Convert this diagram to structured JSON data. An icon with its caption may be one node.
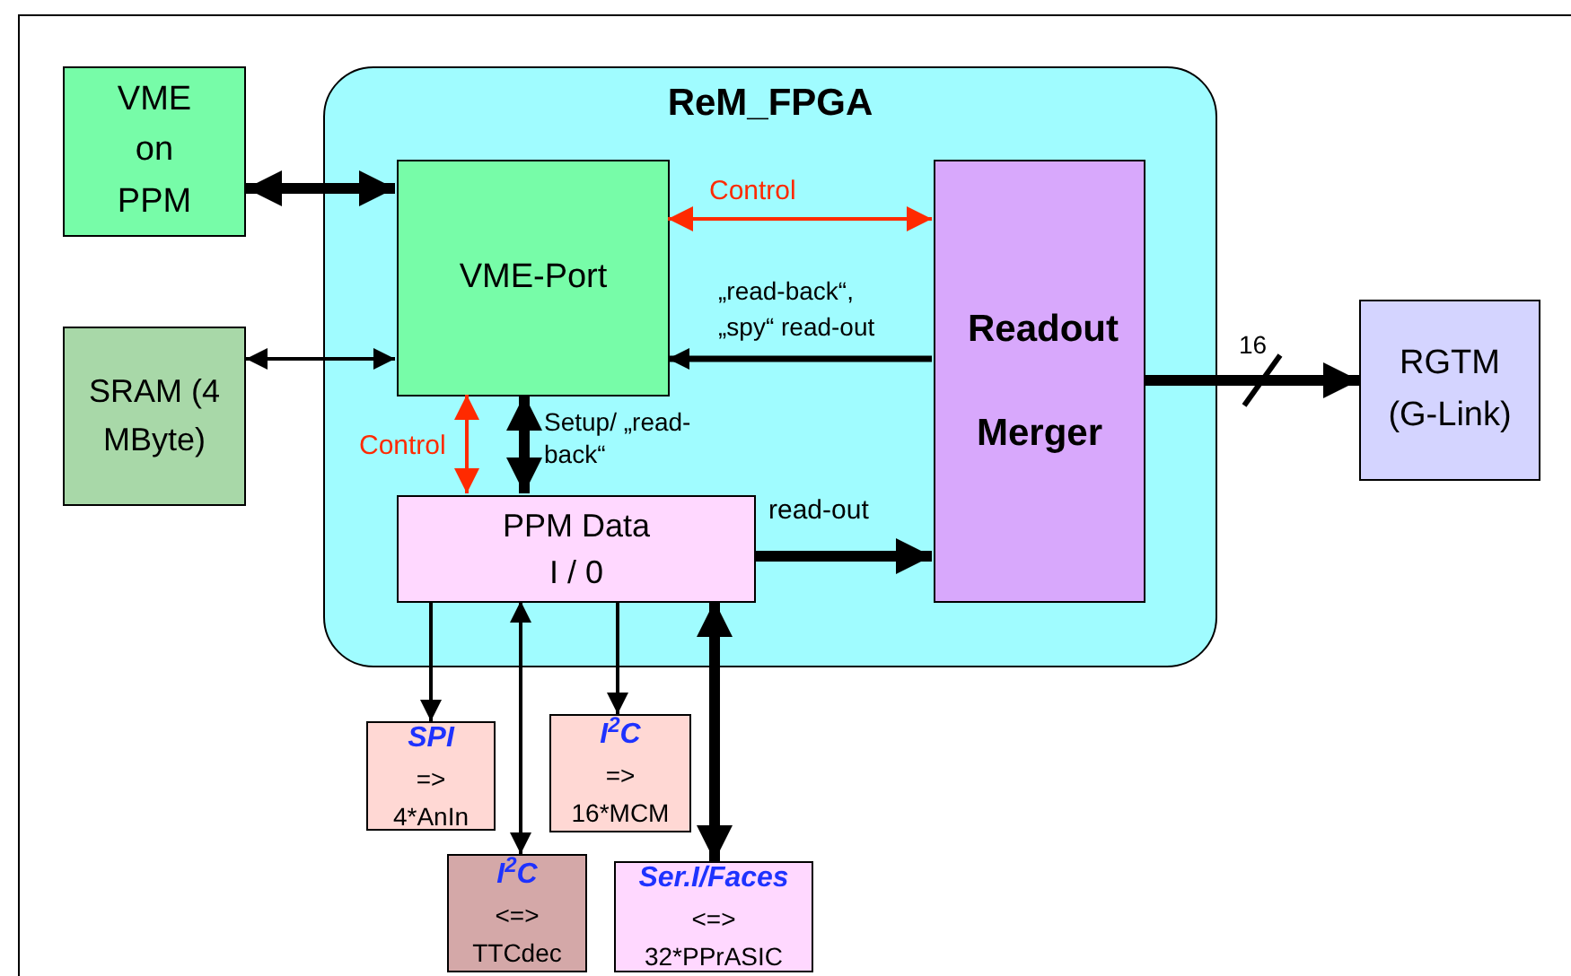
{
  "diagram": {
    "nodes": [
      {
        "text": [
          "VME on PPM"
        ]
      },
      {
        "text": [
          "SRAM (4 MByte)"
        ]
      },
      {
        "text": [
          "ReM_FPGA"
        ]
      },
      {
        "text": [
          "VME-Port"
        ],
        "in": 2
      },
      {
        "text": [
          "Readout Merger"
        ],
        "in": 2
      },
      {
        "text": [
          "PPM Data I / 0"
        ],
        "in": 2
      },
      {
        "text": [
          "RGTM (G-Link)"
        ]
      },
      {
        "text": [
          "SPI",
          "=>",
          "4*AnIn"
        ]
      },
      {
        "text": [
          "I$^{2}$C",
          "=>",
          "16*MCM"
        ]
      },
      {
        "text": [
          "I$^{2}$C",
          "<=>",
          "TTCdec"
        ]
      },
      {
        "text": [
          "Ser.I/Faces",
          "<=>",
          "32*PPrASIC"
        ]
      }
    ],
    "edges": [
      {
        "from": 0,
        "to": 3,
        "arrow": "both",
        "style": "thick"
      },
      {
        "from": 1,
        "to": 3,
        "arrow": "both"
      },
      {
        "from": 3,
        "to": 4,
        "arrow": "both",
        "label": "Control",
        "color": "#ff2a00"
      },
      {
        "from": 4,
        "to": 3,
        "arrow": "to",
        "label": "„read-back“, „spy“ read-out"
      },
      {
        "from": 3,
        "to": 5,
        "arrow": "both",
        "label": "Control",
        "color": "#ff2a00"
      },
      {
        "from": 3,
        "to": 5,
        "arrow": "both",
        "label": "Setup/ „read-back“",
        "style": "thick"
      },
      {
        "from": 5,
        "to": 4,
        "arrow": "to",
        "label": "read-out",
        "style": "thick"
      },
      {
        "from": 4,
        "to": 6,
        "arrow": "to",
        "label": "16",
        "style": "thick"
      },
      {
        "from": 5,
        "to": 7,
        "arrow": "to"
      },
      {
        "from": 5,
        "to": 9,
        "arrow": "both"
      },
      {
        "from": 5,
        "to": 8,
        "arrow": "to"
      },
      {
        "from": 5,
        "to": 10,
        "arrow": "both",
        "style": "thick"
      }
    ]
  }
}
